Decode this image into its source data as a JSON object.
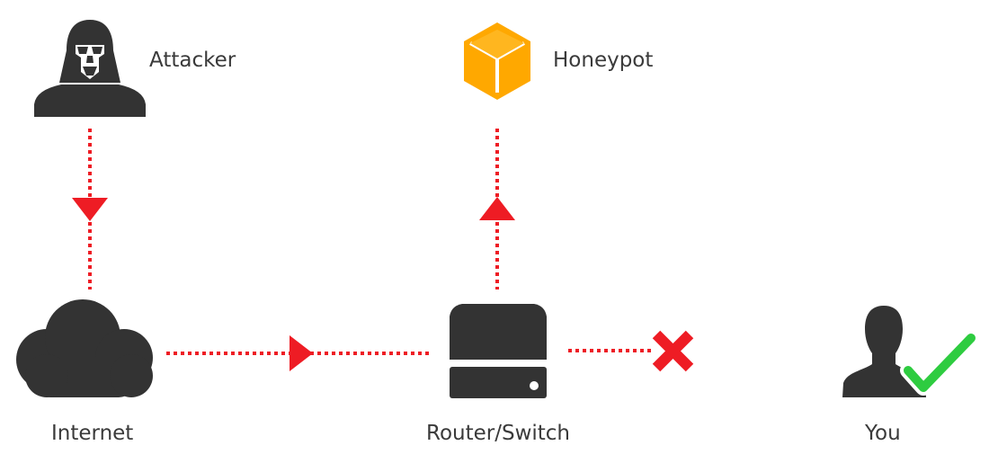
{
  "nodes": {
    "attacker": {
      "label": "Attacker",
      "icon": "darth-vader-icon"
    },
    "honeypot": {
      "label": "Honeypot",
      "icon": "cube-icon"
    },
    "internet": {
      "label": "Internet",
      "icon": "cloud-icon"
    },
    "router": {
      "label": "Router/Switch",
      "icon": "server-icon"
    },
    "you": {
      "label": "You",
      "icon": "user-icon"
    }
  },
  "edges": [
    {
      "from": "attacker",
      "to": "internet",
      "style": "dotted",
      "arrow": "down"
    },
    {
      "from": "internet",
      "to": "router",
      "style": "dotted",
      "arrow": "right"
    },
    {
      "from": "router",
      "to": "honeypot",
      "style": "dotted",
      "arrow": "up"
    },
    {
      "from": "router",
      "to": "you",
      "style": "dotted",
      "end": "blocked-x"
    }
  ],
  "colors": {
    "icon": "#333333",
    "connector": "#ee1c24",
    "honeypot": "#ffa800",
    "honeypot_edge": "#ffffff",
    "check": "#2ecc40",
    "label": "#3a3a3a"
  }
}
